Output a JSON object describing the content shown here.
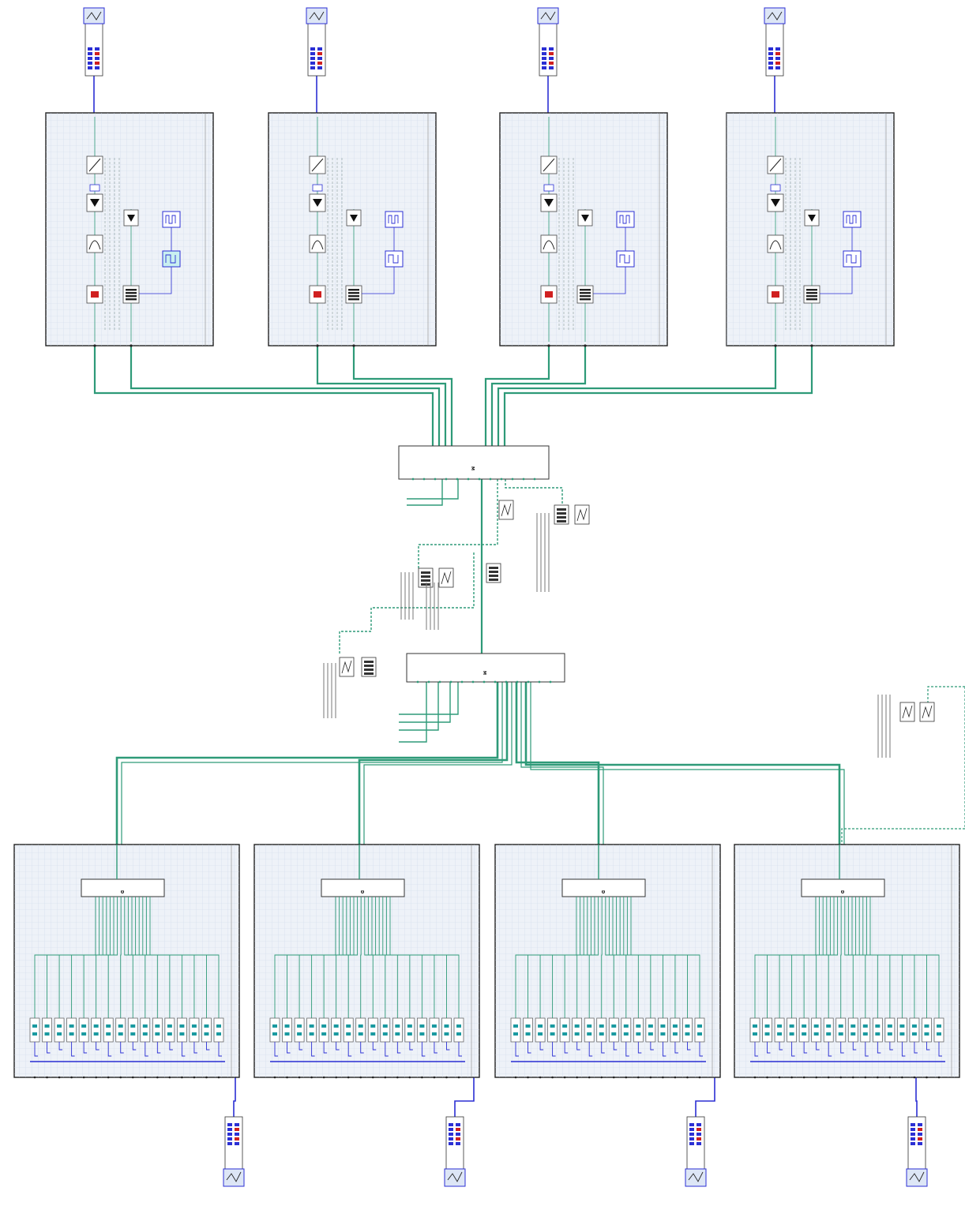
{
  "app": {
    "type": "optical system schematic",
    "orientation": "rotated"
  },
  "colors": {
    "wire_optical": "#2e9a78",
    "wire_electrical": "#2b2fd4",
    "wire_dashed": "#2e9a78",
    "subsystem_fill": "#eef2f8",
    "subsystem_grid": "#cfd9ea",
    "block_border": "#444444",
    "accent_red": "#d02020",
    "accent_cyan": "#1a9aa0"
  },
  "top_subsystems": [
    {
      "id": "tx1",
      "icons": [
        "ramp-icon",
        "laser-diode-icon",
        "pulse-shape-icon",
        "modulator-icon",
        "prbs-icon",
        "nrz-pulse-icon",
        "pulse-generator-icon"
      ]
    },
    {
      "id": "tx2",
      "icons": [
        "ramp-icon",
        "laser-diode-icon",
        "pulse-shape-icon",
        "modulator-icon",
        "prbs-icon",
        "nrz-pulse-icon",
        "pulse-generator-icon"
      ]
    },
    {
      "id": "tx3",
      "icons": [
        "ramp-icon",
        "laser-diode-icon",
        "pulse-shape-icon",
        "modulator-icon",
        "prbs-icon",
        "nrz-pulse-icon",
        "pulse-generator-icon"
      ]
    },
    {
      "id": "tx4",
      "icons": [
        "ramp-icon",
        "laser-diode-icon",
        "pulse-shape-icon",
        "modulator-icon",
        "prbs-icon",
        "nrz-pulse-icon",
        "pulse-generator-icon"
      ]
    }
  ],
  "top_analyzers": [
    "ber-analyzer-1",
    "ber-analyzer-2",
    "ber-analyzer-3",
    "ber-analyzer-4"
  ],
  "multiplexers": [
    {
      "id": "mux-1",
      "glyph": "M"
    },
    {
      "id": "mux-2",
      "glyph": "M"
    }
  ],
  "monitors": [
    "spectrum-analyzer-1",
    "optical-power-meter-1",
    "spectrum-analyzer-2",
    "optical-power-meter-2",
    "spectrum-analyzer-3",
    "optical-power-meter-3",
    "spectrum-analyzer-4",
    "optical-power-meter-4"
  ],
  "bottom_subsystems": [
    {
      "id": "rx1",
      "demux_glyph": "D",
      "channels": 16
    },
    {
      "id": "rx2",
      "demux_glyph": "D",
      "channels": 16
    },
    {
      "id": "rx3",
      "demux_glyph": "D",
      "channels": 16
    },
    {
      "id": "rx4",
      "demux_glyph": "D",
      "channels": 16
    }
  ],
  "bottom_analyzers": [
    "ber-analyzer-5",
    "ber-analyzer-6",
    "ber-analyzer-7",
    "ber-analyzer-8"
  ]
}
